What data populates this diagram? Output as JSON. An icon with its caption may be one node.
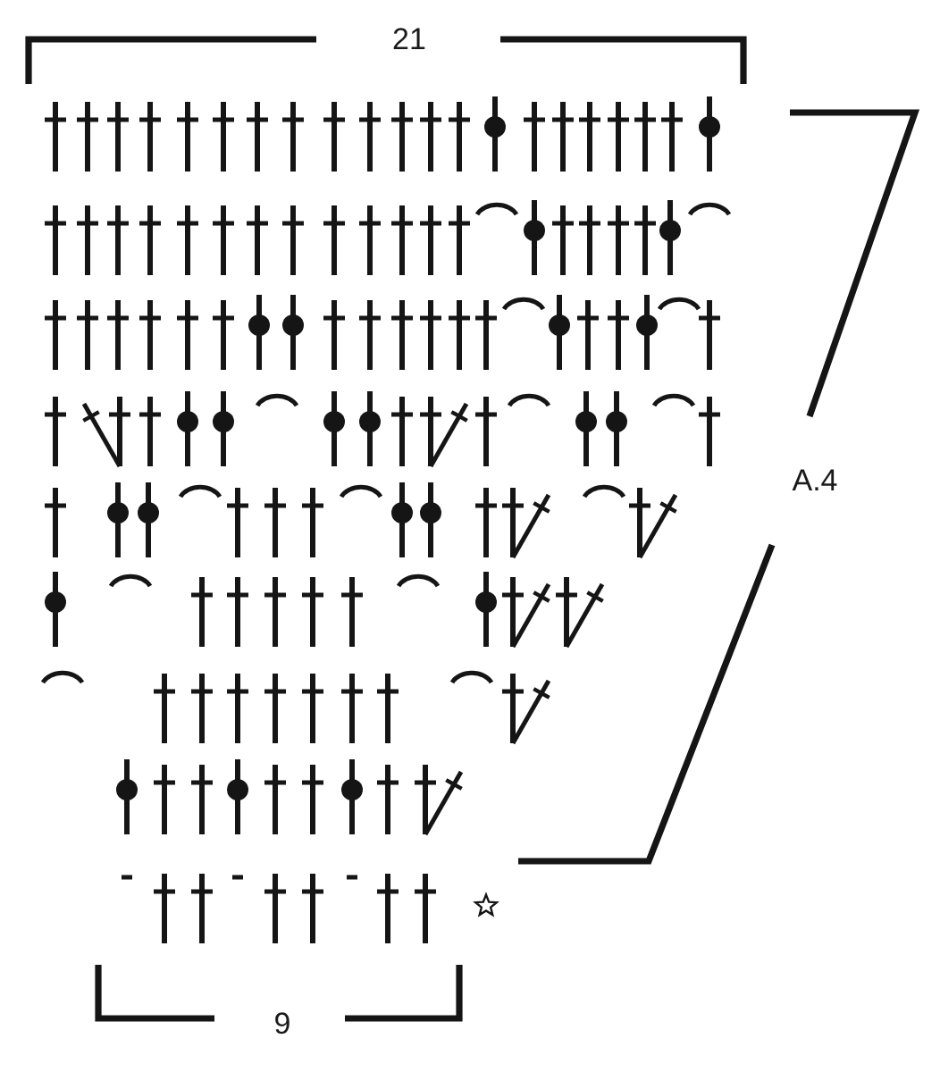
{
  "diagram": {
    "labels": [
      "21",
      "A.4",
      "9"
    ]
  }
}
